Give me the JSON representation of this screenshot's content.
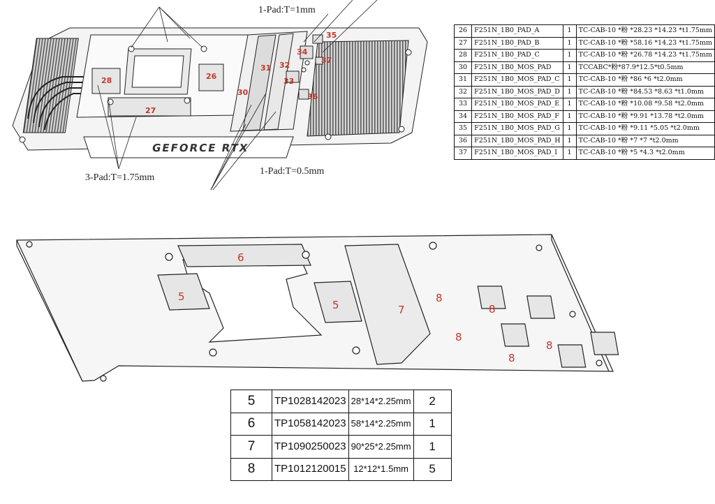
{
  "top_diagram": {
    "brand_text": "GEFORCE RTX",
    "annotations": {
      "pad_1mm": "1-Pad:T=1mm",
      "pad_05mm": "1-Pad:T=0.5mm",
      "pad_175mm": "3-Pad:T=1.75mm"
    },
    "part_numbers": [
      "26",
      "27",
      "28",
      "30",
      "31",
      "32",
      "33",
      "34",
      "35",
      "36",
      "37"
    ]
  },
  "top_table": {
    "rows": [
      [
        "26",
        "F251N_1B0_PAD_A",
        "1",
        "TC-CAB-10 *粉 *28.23 *14.23 *t1.75mm"
      ],
      [
        "27",
        "F251N_1B0_PAD_B",
        "1",
        "TC-CAB-10 *粉 *58.16 *14.23 *t1.75mm"
      ],
      [
        "28",
        "F251N_1B0_PAD_C",
        "1",
        "TC-CAB-10 *粉 *26.78 *14.23 *t1.75mm"
      ],
      [
        "30",
        "F251N_1B0_MOS_PAD",
        "1",
        "TCCABC*粉*87.9*12.5*t0.5mm"
      ],
      [
        "31",
        "F251N_1B0_MOS_PAD_C",
        "1",
        "TC-CAB-10 *粉 *86 *6 *t2.0mm"
      ],
      [
        "32",
        "F251N_1B0_MOS_PAD_D",
        "1",
        "TC-CAB-10 *粉 *84.53 *8.63 *t1.0mm"
      ],
      [
        "33",
        "F251N_1B0_MOS_PAD_E",
        "1",
        "TC-CAB-10 *粉 *10.08 *9.58 *t2.0mm"
      ],
      [
        "34",
        "F251N_1B0_MOS_PAD_F",
        "1",
        "TC-CAB-10 *粉 *9.91 *13.78 *t2.0mm"
      ],
      [
        "35",
        "F251N_1B0_MOS_PAD_G",
        "1",
        "TC-CAB-10 *粉 *9.11 *5.05 *t2.0mm"
      ],
      [
        "36",
        "F251N_1B0_MOS_PAD_H",
        "1",
        "TC-CAB-10 *粉 *7 *7 *t2.0mm"
      ],
      [
        "37",
        "F251N_1B0_MOS_PAD_I",
        "1",
        "TC-CAB-10 *粉 *5 *4.3 *t2.0mm"
      ]
    ]
  },
  "bottom_diagram": {
    "labels": [
      "5",
      "5",
      "6",
      "7",
      "8",
      "8",
      "8",
      "8",
      "8"
    ]
  },
  "bottom_table": {
    "rows": [
      [
        "5",
        "TP1028142023",
        "28*14*2.25mm",
        "2"
      ],
      [
        "6",
        "TP1058142023",
        "58*14*2.25mm",
        "1"
      ],
      [
        "7",
        "TP1090250023",
        "90*25*2.25mm",
        "1"
      ],
      [
        "8",
        "TP1012120015",
        "12*12*1.5mm",
        "5"
      ]
    ]
  },
  "colors": {
    "line": "#222222",
    "label_red": "#c0392b",
    "pad_fill": "#ececec",
    "fin_fill": "#9a9a9a"
  }
}
